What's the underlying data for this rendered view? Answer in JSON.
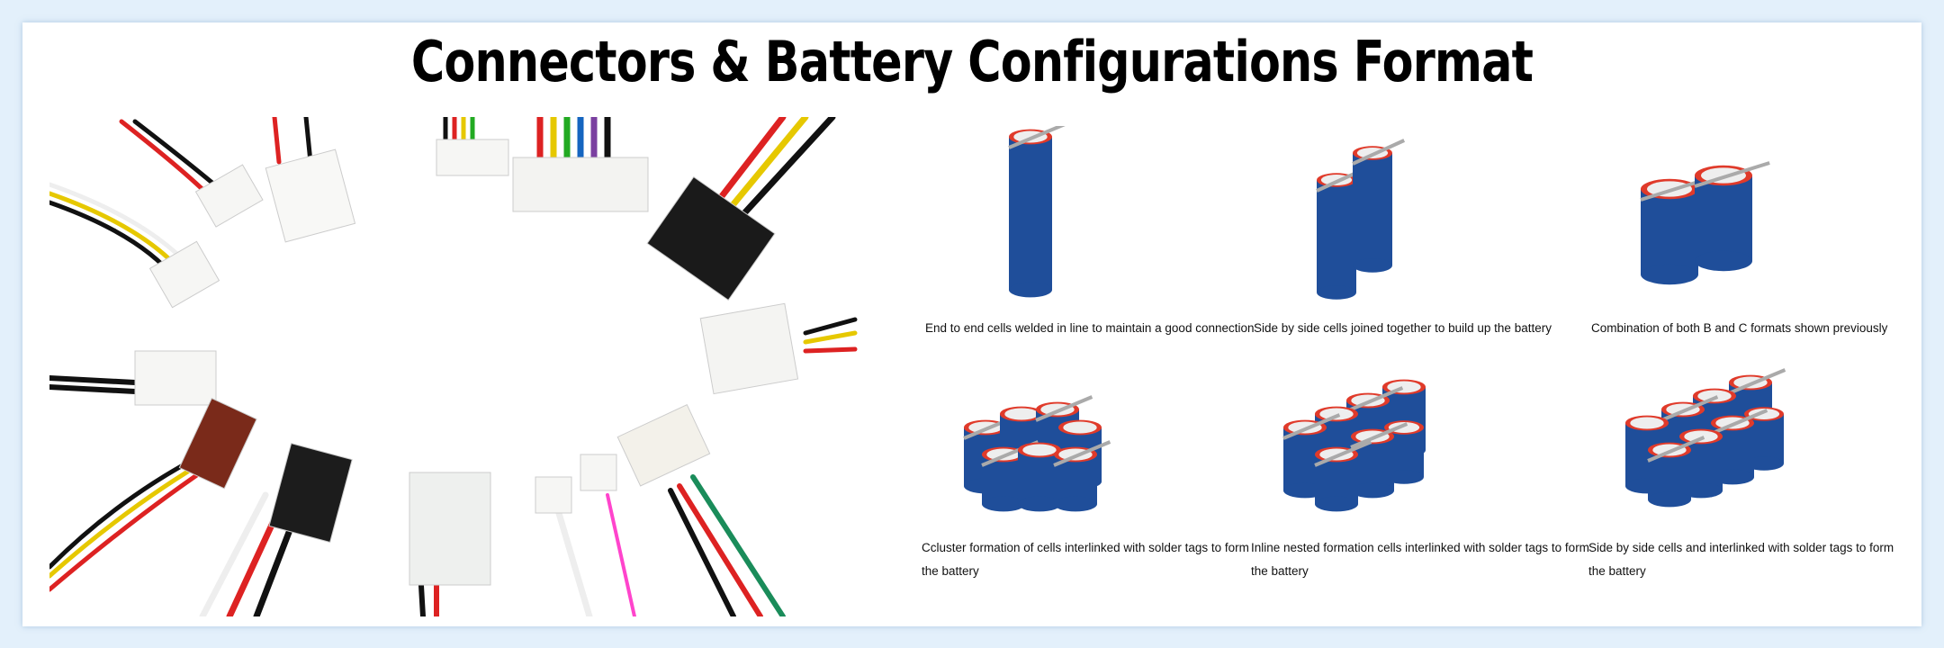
{
  "title": "Connectors & Battery Configurations Format",
  "formats": [
    {
      "caption": "End to end cells welded in line to maintain a good connection"
    },
    {
      "caption": "Side by side cells joined together to build up the battery"
    },
    {
      "caption": "Combination of both B and C formats shown previously"
    },
    {
      "caption": "Ccluster formation of cells interlinked with solder tags to form",
      "caption2": "the battery"
    },
    {
      "caption": "Inline nested formation cells interlinked with solder tags to form",
      "caption2": "the battery"
    },
    {
      "caption": "Side by side cells and interlinked with solder tags to form",
      "caption2": "the battery"
    }
  ],
  "colors": {
    "cell": "#1f4e9a",
    "ring": "#e03a2a",
    "frame": "#e3f0fb"
  }
}
